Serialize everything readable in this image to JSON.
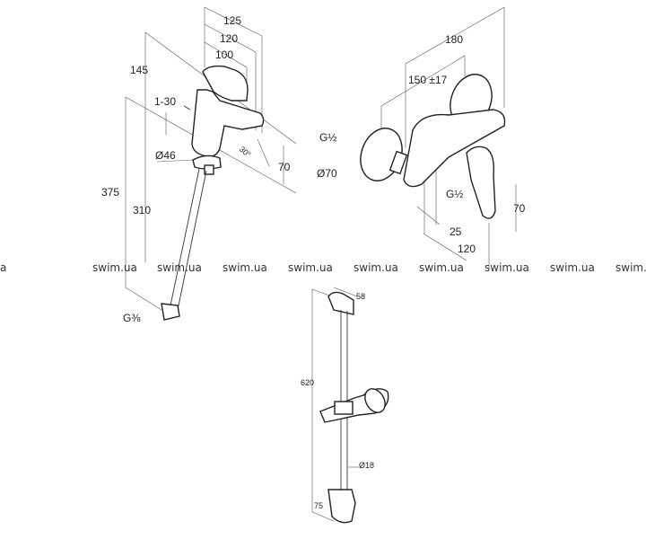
{
  "basin_mixer": {
    "dims": {
      "d125": "125",
      "d120": "120",
      "d100": "100",
      "d145": "145",
      "d1_30": "1-30",
      "d30deg": "30°",
      "d46": "Ø46",
      "d70": "70",
      "d375": "375",
      "d310": "310",
      "g38": "G⅜"
    }
  },
  "shower_mixer": {
    "dims": {
      "d180": "180",
      "d150": "150 ±17",
      "g12_left": "G½",
      "d70_dia": "Ø70",
      "g12_center": "G½",
      "d70": "70",
      "d25": "25",
      "d120": "120"
    }
  },
  "shower_rail": {
    "dims": {
      "d58": "58",
      "d620": "620",
      "d18": "Ø18",
      "d75": "75"
    }
  },
  "watermark": {
    "items": [
      "a",
      "swim.ua",
      "swim.ua",
      "swim.ua",
      "swim.ua",
      "swim.ua",
      "swim.ua",
      "swim.ua",
      "swim.ua",
      "swim."
    ]
  }
}
